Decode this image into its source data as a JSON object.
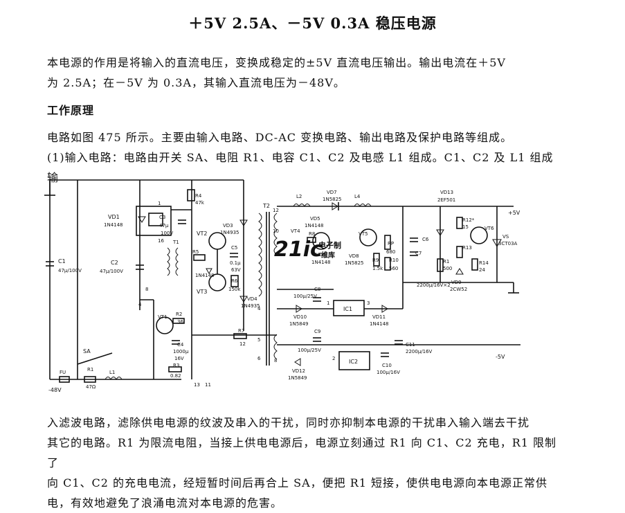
{
  "title": "＋5V 2.5A、－5V 0.3A 稳压电源",
  "intro": {
    "line1": "本电源的作用是将输入的直流电压，变换成稳定的±5V 直流电压输出。输出电流在＋5V",
    "line2": "为 2.5A；在－5V 为 0.3A，其输入直流电压为－48V。"
  },
  "section_heading": "工作原理",
  "body": {
    "line1": "电路如图 475 所示。主要由输入电路、DC-AC 变换电路、输出电路及保护电路等组成。",
    "line2": "(1)输入电路：电路由开关 SA、电阻 R1、电容 C1、C2 及电感 L1 组成。C1、C2 及 L1 组成输"
  },
  "schematic": {
    "labels": {
      "vd1": "VD1",
      "vd1_type": "1N4148",
      "c1": "C1",
      "c1_val": "47μ/100V",
      "c2": "C2",
      "c2_val": "47μ/100V",
      "r4": "R4",
      "r4_val": "47k",
      "c3": "C3",
      "c3_val": "47μ",
      "c3_v": "100V",
      "vt1": "VT1",
      "vt2": "VT2",
      "vt3": "VT3",
      "vt4": "VT4",
      "vt5": "VT5",
      "vt6": "VT6",
      "vd3": "VD3",
      "vd3_type": "1N4935",
      "vd4": "VD4",
      "vd4_type": "1N4935",
      "r5": "R5",
      "r6": "R6",
      "r6_val": "150k",
      "c5": "C5",
      "c5_val": "0.1μ",
      "c5_v": "63V",
      "t1": "T1",
      "t2": "T2",
      "l2": "L2",
      "l4": "L4",
      "vd7": "VD7",
      "vd7_type": "1N5825",
      "vd5": "VD5",
      "vd5_type": "1N4148",
      "vd6": "VD6",
      "vd6_type": "1N4148",
      "vd8": "VD8",
      "vd8_type": "1N5825",
      "r8": "R8",
      "r9": "R9",
      "r9_val": "1.5k",
      "rp": "RP",
      "rp_val": "680",
      "r10": "R10",
      "r10_val": "560",
      "c6": "C6",
      "c7": "C7",
      "c7_val": "2200μ/16V×2",
      "vd13": "VD13",
      "vd13_type": "2EF501",
      "r12": "R12*",
      "r12_val": "15",
      "r13": "R13",
      "r1b": "R1",
      "r1b_val": "500",
      "r14": "R14",
      "r14_val": "24",
      "vd9": "VD9",
      "vd9_type": "2CW52",
      "vs": "VS",
      "vs_type": "3CT03A",
      "plus5": "+5V",
      "minus5": "-5V",
      "c8": "C8",
      "c8_val": "100μ/25V",
      "ic1": "IC1",
      "ic2": "IC2",
      "vd10": "VD10",
      "vd10_type": "1N5849",
      "vd11": "VD11",
      "vd11_type": "1N4148",
      "vd12": "VD12",
      "vd12_type": "1N5849",
      "c9": "C9",
      "c9_val": "100μ/25V",
      "c10": "C10",
      "c10_val": "100μ/16V",
      "c11": "C11",
      "c11_val": "2200μ/16V",
      "r2": "R2",
      "r2_val": "36",
      "r3": "R3",
      "r3_val": "0.82",
      "c4": "C4",
      "c4_val": "1000μ",
      "c4_v": "16V",
      "r7": "R7",
      "r7_val": "12",
      "sa": "SA",
      "fu": "FU",
      "r1": "R1",
      "r1_val": "47Ω",
      "l1": "L1",
      "vin": "-48V",
      "n1": "1",
      "n2": "2",
      "n3": "3",
      "n4": "4",
      "n5": "5",
      "n6": "6",
      "n8": "8",
      "n10": "10",
      "n11": "11",
      "n12": "12",
      "n13": "13",
      "n16": "16",
      "watermark": "电子制",
      "watermark2": "维库"
    }
  },
  "bottom": {
    "line1": "入滤波电路，滤除供电电源的纹波及串入的干扰，同时亦抑制本电源的干扰串入输入端去干扰",
    "line2": "其它的电路。R1 为限流电阻，当接上供电电源后，电源立刻通过 R1 向 C1、C2 充电，R1 限制了",
    "line3": "向 C1、C2 的充电电流，经短暂时间后再合上 SA，便把 R1 短接，使供电电源向本电源正常供",
    "line4": "电，有效地避免了浪涌电流对本电源的危害。"
  }
}
